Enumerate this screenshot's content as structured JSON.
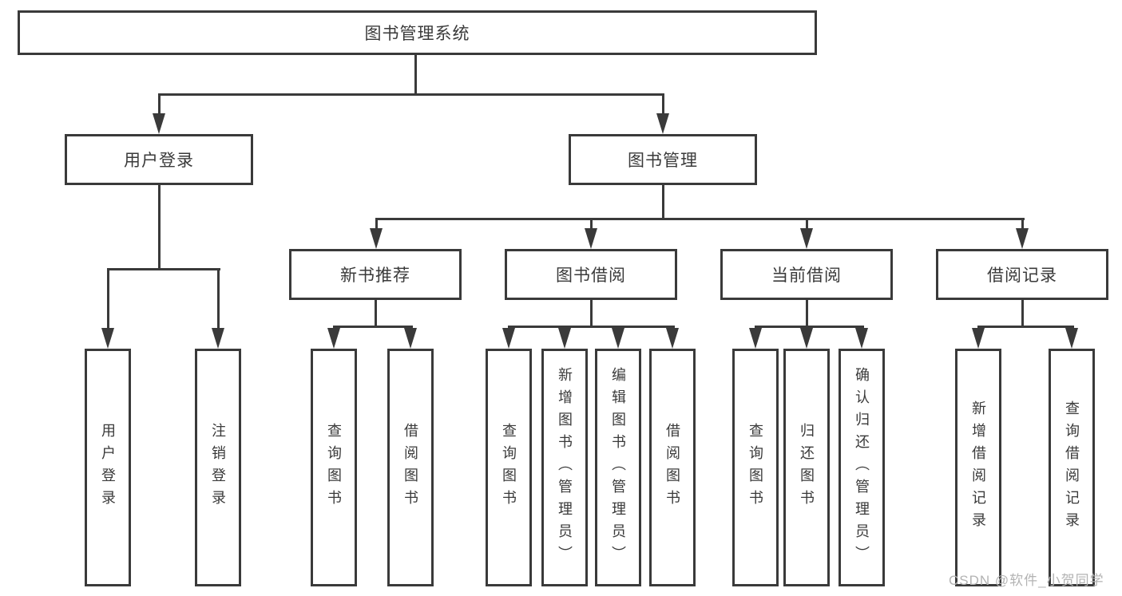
{
  "diagram": {
    "title": "图书管理系统",
    "branches": {
      "user_login": {
        "label": "用户登录",
        "children": [
          {
            "label": "用户登录"
          },
          {
            "label": "注销登录"
          }
        ]
      },
      "book_management": {
        "label": "图书管理",
        "children": [
          {
            "label": "新书推荐",
            "children": [
              {
                "label": "查询图书"
              },
              {
                "label": "借阅图书"
              }
            ]
          },
          {
            "label": "图书借阅",
            "children": [
              {
                "label": "查询图书"
              },
              {
                "label": "新增图书（管理员）"
              },
              {
                "label": "编辑图书（管理员）"
              },
              {
                "label": "借阅图书"
              }
            ]
          },
          {
            "label": "当前借阅",
            "children": [
              {
                "label": "查询图书"
              },
              {
                "label": "归还图书"
              },
              {
                "label": "确认归还（管理员）"
              }
            ]
          },
          {
            "label": "借阅记录",
            "children": [
              {
                "label": "新增借阅记录"
              },
              {
                "label": "查询借阅记录"
              }
            ]
          }
        ]
      }
    },
    "colors": {
      "line": "#3a3a3a",
      "text": "#3a3a3a",
      "background": "#ffffff",
      "watermark": "#b3b3b3"
    }
  },
  "watermark": {
    "text": "CSDN @软件_小贺同学"
  }
}
